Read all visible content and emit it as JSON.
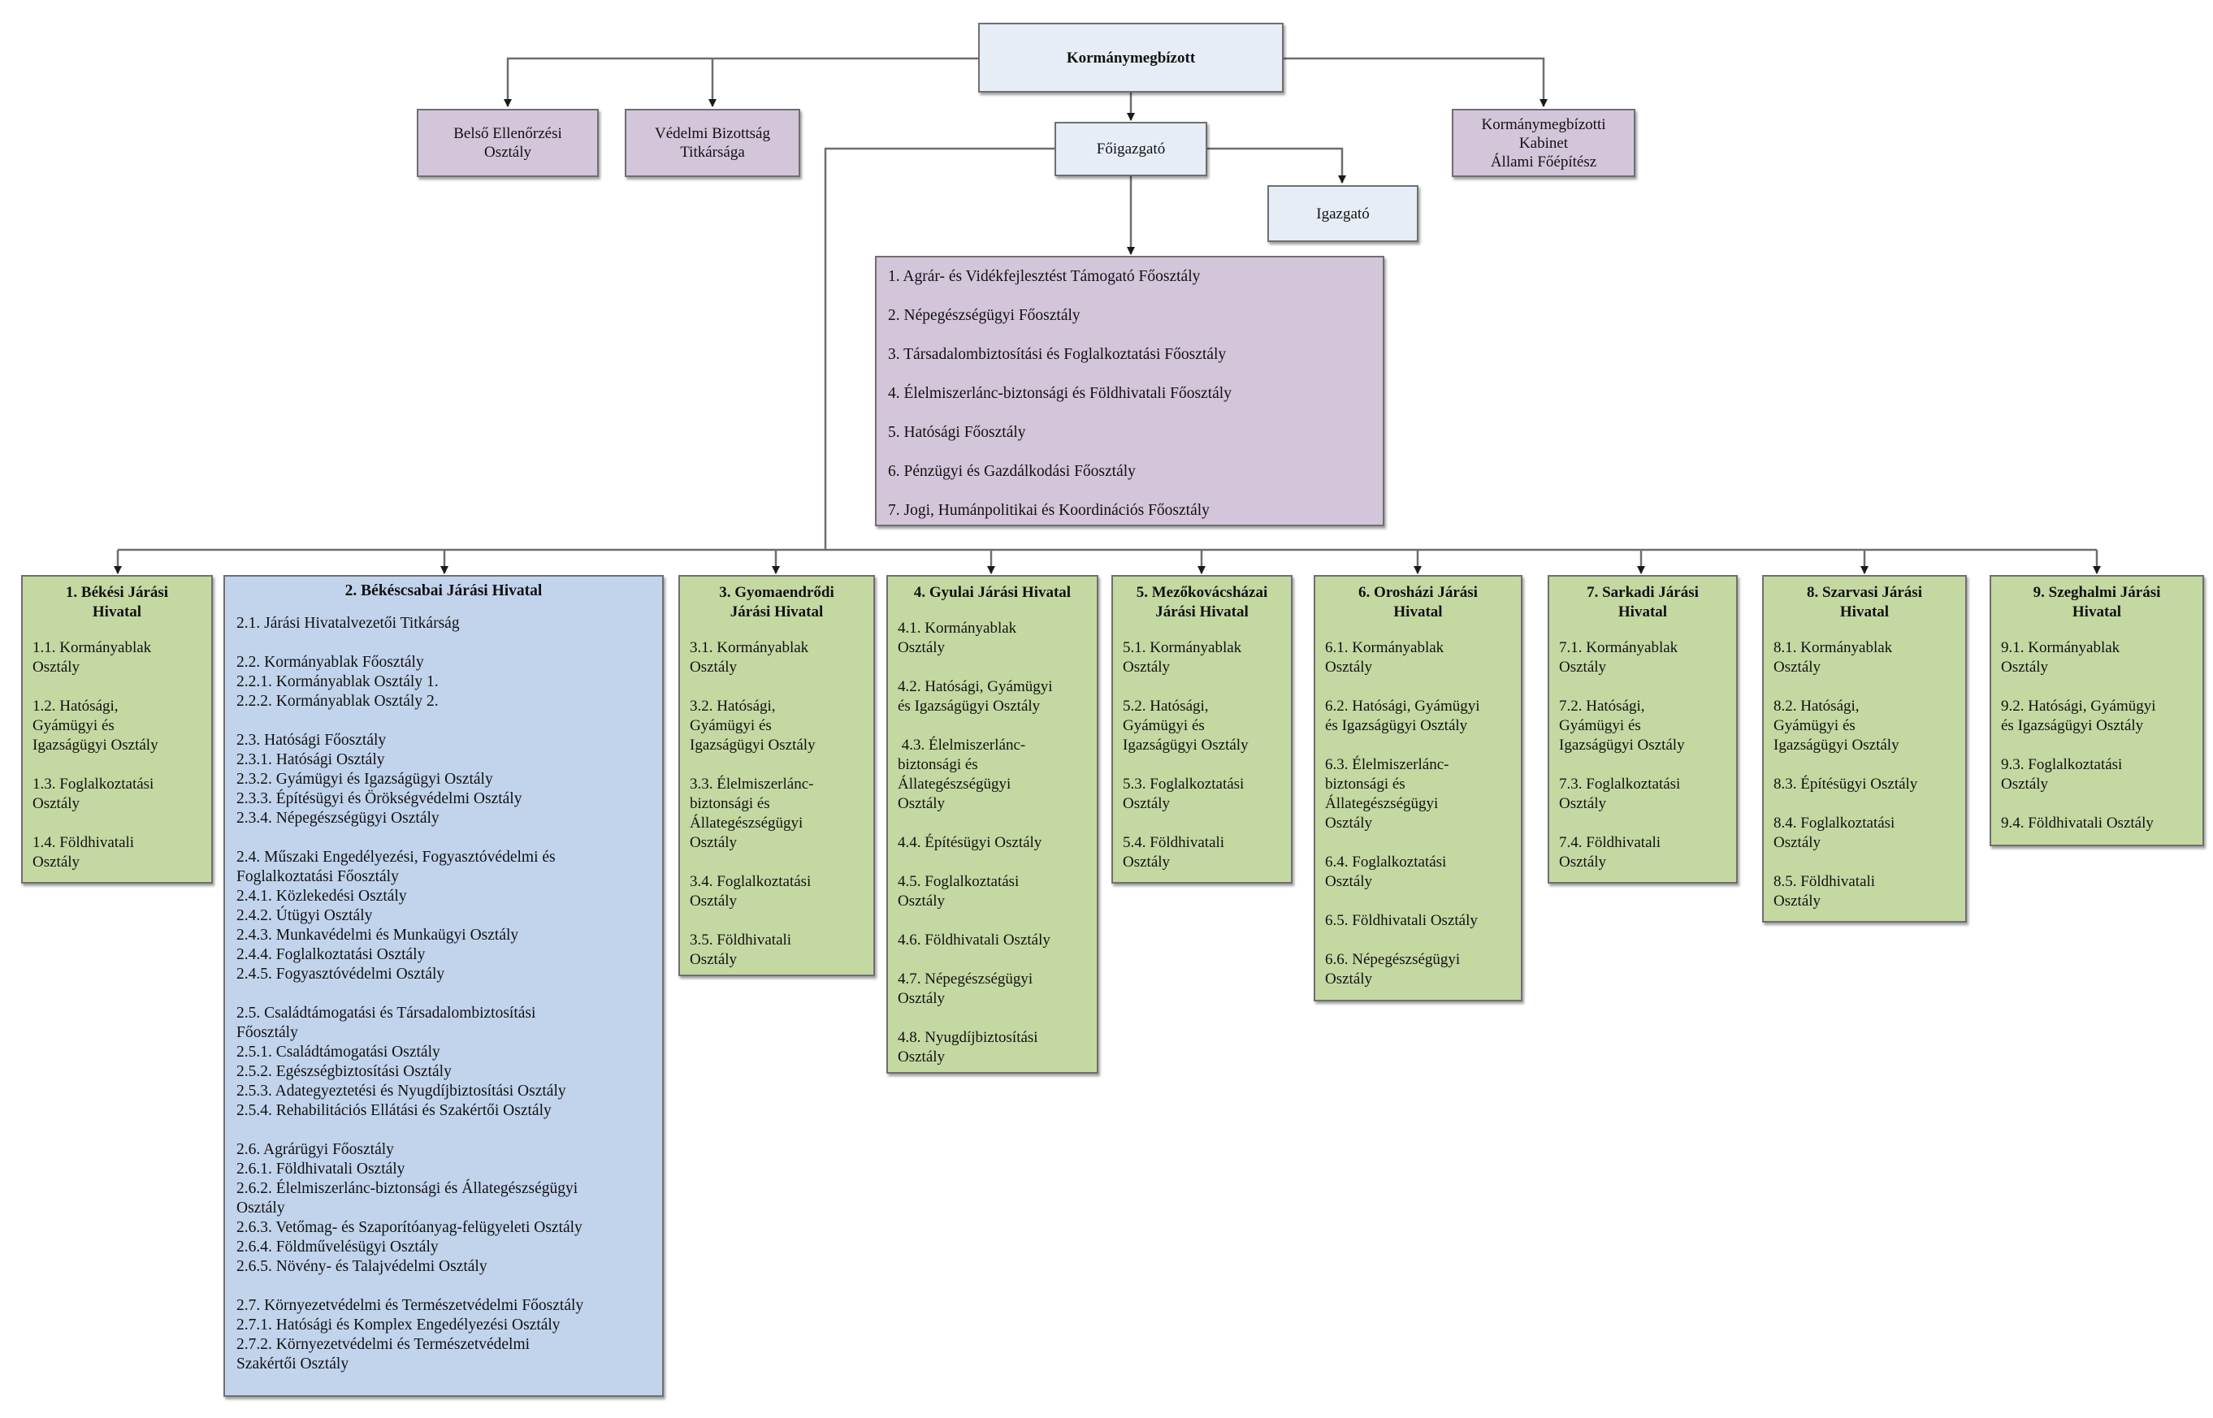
{
  "top": {
    "kormanymegbizott": "Kormánymegbízott",
    "belso": [
      "Belső Ellenőrzési",
      "Osztály"
    ],
    "vedelmi": [
      "Védelmi Bizottság",
      "Titkársága"
    ],
    "kabinet": [
      "Kormánymegbízotti",
      "Kabinet",
      "Állami Főépítész"
    ],
    "foigazgato": "Főigazgató",
    "igazgato": "Igazgató"
  },
  "foosztalyok": [
    "1. Agrár- és Vidékfejlesztést Támogató Főosztály",
    "2. Népegészségügyi Főosztály",
    "3. Társadalombiztosítási és Foglalkoztatási Főosztály",
    "4. Élelmiszerlánc-biztonsági és Földhivatali Főosztály",
    "5. Hatósági Főosztály",
    "6. Pénzügyi és Gazdálkodási Főosztály",
    "7. Jogi, Humánpolitikai és Koordinációs Főosztály"
  ],
  "district1": {
    "title": [
      "1. Békési Járási",
      "Hivatal"
    ],
    "items": [
      [
        "1.1. Kormányablak",
        "Osztály"
      ],
      [
        "1.2. Hatósági,",
        "Gyámügyi és",
        "Igazságügyi Osztály"
      ],
      [
        "1.3. Foglalkoztatási",
        "Osztály"
      ],
      [
        "1.4. Földhivatali",
        "Osztály"
      ]
    ]
  },
  "district2": {
    "title": "2. Békéscsabai Járási Hivatal",
    "groups": [
      [
        "2.1. Járási Hivatalvezetői Titkárság"
      ],
      [
        "2.2. Kormányablak Főosztály",
        "2.2.1. Kormányablak Osztály 1.",
        "2.2.2. Kormányablak Osztály 2."
      ],
      [
        "2.3. Hatósági Főosztály",
        "2.3.1. Hatósági Osztály",
        "2.3.2. Gyámügyi és Igazságügyi Osztály",
        "2.3.3. Építésügyi és Örökségvédelmi Osztály",
        "2.3.4. Népegészségügyi Osztály"
      ],
      [
        "2.4. Műszaki Engedélyezési, Fogyasztóvédelmi és",
        "Foglalkoztatási Főosztály",
        "2.4.1. Közlekedési Osztály",
        "2.4.2. Útügyi Osztály",
        "2.4.3. Munkavédelmi és Munkaügyi Osztály",
        "2.4.4. Foglalkoztatási Osztály",
        "2.4.5. Fogyasztóvédelmi Osztály"
      ],
      [
        "2.5. Családtámogatási és Társadalombiztosítási",
        "Főosztály",
        "2.5.1. Családtámogatási Osztály",
        "2.5.2. Egészségbiztosítási Osztály",
        "2.5.3. Adategyeztetési és Nyugdíjbiztosítási Osztály",
        "2.5.4. Rehabilitációs Ellátási és Szakértői Osztály"
      ],
      [
        "2.6. Agrárügyi Főosztály",
        "2.6.1. Földhivatali Osztály",
        "2.6.2. Élelmiszerlánc-biztonsági és Állategészségügyi",
        "Osztály",
        "2.6.3. Vetőmag- és Szaporítóanyag-felügyeleti Osztály",
        "2.6.4. Földművelésügyi Osztály",
        "2.6.5. Növény- és Talajvédelmi Osztály"
      ],
      [
        "2.7. Környezetvédelmi és Természetvédelmi Főosztály",
        "2.7.1. Hatósági és Komplex Engedélyezési Osztály",
        "2.7.2. Környezetvédelmi és Természetvédelmi",
        "Szakértői Osztály"
      ]
    ]
  },
  "district3": {
    "title": [
      "3. Gyomaendrődi",
      "Járási Hivatal"
    ],
    "items": [
      [
        "3.1. Kormányablak",
        "Osztály"
      ],
      [
        "3.2. Hatósági,",
        "Gyámügyi és",
        "Igazságügyi Osztály"
      ],
      [
        "3.3. Élelmiszerlánc-",
        "biztonsági és",
        "Állategészségügyi",
        "Osztály"
      ],
      [
        "3.4. Foglalkoztatási",
        "Osztály"
      ],
      [
        "3.5. Földhivatali",
        "Osztály"
      ]
    ]
  },
  "district4": {
    "title": [
      "4. Gyulai Járási Hivatal"
    ],
    "items": [
      [
        "4.1. Kormányablak",
        "Osztály"
      ],
      [
        "4.2. Hatósági, Gyámügyi",
        "és Igazságügyi Osztály"
      ],
      [
        " 4.3. Élelmiszerlánc-",
        "biztonsági és",
        "Állategészségügyi",
        "Osztály"
      ],
      [
        "4.4. Építésügyi Osztály"
      ],
      [
        "4.5. Foglalkoztatási",
        "Osztály"
      ],
      [
        "4.6. Földhivatali Osztály"
      ],
      [
        "4.7. Népegészségügyi",
        "Osztály"
      ],
      [
        "4.8. Nyugdíjbiztosítási",
        "Osztály"
      ]
    ]
  },
  "district5": {
    "title": [
      "5. Mezőkovácsházai",
      "Járási Hivatal"
    ],
    "items": [
      [
        "5.1. Kormányablak",
        "Osztály"
      ],
      [
        "5.2. Hatósági,",
        "Gyámügyi és",
        "Igazságügyi Osztály"
      ],
      [
        "5.3. Foglalkoztatási",
        "Osztály"
      ],
      [
        "5.4. Földhivatali",
        "Osztály"
      ]
    ]
  },
  "district6": {
    "title": [
      "6. Orosházi Járási",
      "Hivatal"
    ],
    "items": [
      [
        "6.1. Kormányablak",
        "Osztály"
      ],
      [
        "6.2. Hatósági, Gyámügyi",
        "és Igazságügyi Osztály"
      ],
      [
        "6.3. Élelmiszerlánc-",
        "biztonsági és",
        "Állategészségügyi",
        "Osztály"
      ],
      [
        "6.4. Foglalkoztatási",
        "Osztály"
      ],
      [
        "6.5. Földhivatali Osztály"
      ],
      [
        "6.6. Népegészségügyi",
        "Osztály"
      ]
    ]
  },
  "district7": {
    "title": [
      "7. Sarkadi Járási",
      "Hivatal"
    ],
    "items": [
      [
        "7.1. Kormányablak",
        "Osztály"
      ],
      [
        "7.2. Hatósági,",
        "Gyámügyi és",
        "Igazságügyi Osztály"
      ],
      [
        "7.3. Foglalkoztatási",
        "Osztály"
      ],
      [
        "7.4. Földhivatali",
        "Osztály"
      ]
    ]
  },
  "district8": {
    "title": [
      "8. Szarvasi Járási",
      "Hivatal"
    ],
    "items": [
      [
        "8.1. Kormányablak",
        "Osztály"
      ],
      [
        "8.2. Hatósági,",
        "Gyámügyi és",
        "Igazságügyi Osztály"
      ],
      [
        "8.3. Építésügyi Osztály"
      ],
      [
        "8.4. Foglalkoztatási",
        "Osztály"
      ],
      [
        "8.5. Földhivatali",
        "Osztály"
      ]
    ]
  },
  "district9": {
    "title": [
      "9. Szeghalmi Járási",
      "Hivatal"
    ],
    "items": [
      [
        "9.1. Kormányablak",
        "Osztály"
      ],
      [
        "9.2. Hatósági, Gyámügyi",
        "és Igazságügyi Osztály"
      ],
      [
        "9.3. Foglalkoztatási",
        "Osztály"
      ],
      [
        "9.4. Földhivatali Osztály"
      ]
    ]
  },
  "colors": {
    "purple": "#d3c5da",
    "lightblue": "#e6edf7",
    "green": "#c4d8a2",
    "blue": "#c2d4ec",
    "border": "#6f6f6f",
    "connector": "#6e6e6e",
    "arrow": "#1a1a1a"
  }
}
